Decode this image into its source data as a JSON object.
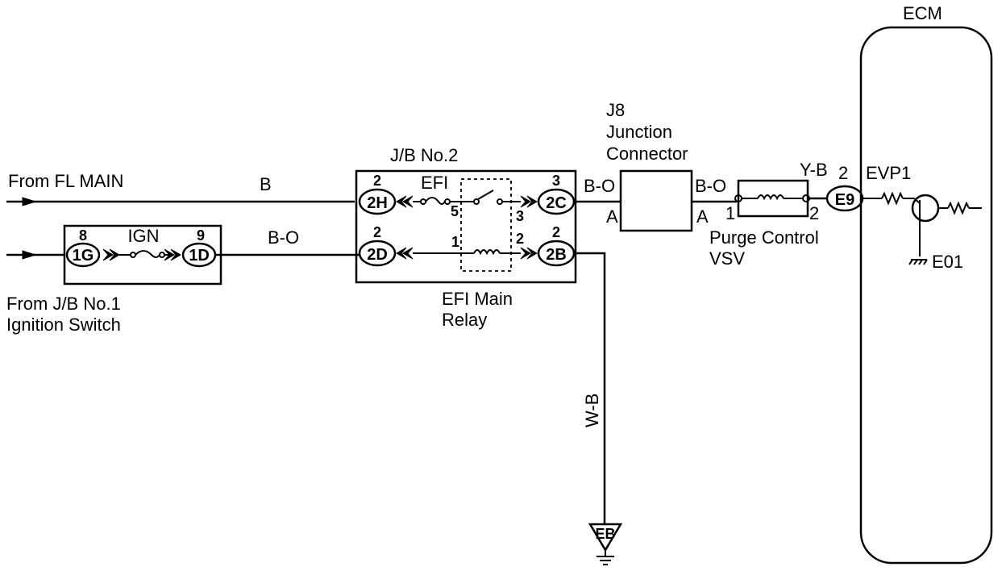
{
  "labels": {
    "from_fl_main": "From FL MAIN",
    "from_jb1_line1": "From J/B No.1",
    "from_jb1_line2": "Ignition Switch",
    "jb2_title": "J/B No.2",
    "efi_fuse": "EFI",
    "ign_fuse": "IGN",
    "relay_line1": "EFI Main",
    "relay_line2": "Relay",
    "j8_line1": "J8",
    "j8_line2": "Junction",
    "j8_line3": "Connector",
    "vsv_line1": "Purge Control",
    "vsv_line2": "VSV",
    "ecm_title": "ECM",
    "evp1": "EVP1",
    "e01": "E01",
    "ground_eb": "EB"
  },
  "wire_colors": {
    "fl_main_wire": "B",
    "ign_out_wire": "B-O",
    "relay_out_wire": "B-O",
    "j8_out_wire": "B-O",
    "vsv_out_wire": "Y-B",
    "ground_wire": "W-B"
  },
  "connectors": {
    "c1g": "1G",
    "c1d": "1D",
    "c2h": "2H",
    "c2d": "2D",
    "c2c": "2C",
    "c2b": "2B",
    "ce9": "E9"
  },
  "pins": {
    "p_1g": "8",
    "p_1d": "9",
    "p_2h": "2",
    "p_2d": "2",
    "p_2c": "3",
    "p_2b": "2",
    "p_relay5": "5",
    "p_relay3": "3",
    "p_relay1": "1",
    "p_relay2": "2",
    "p_j8_in": "A",
    "p_j8_out": "A",
    "p_vsv1": "1",
    "p_vsv2": "2",
    "p_e9": "2"
  }
}
